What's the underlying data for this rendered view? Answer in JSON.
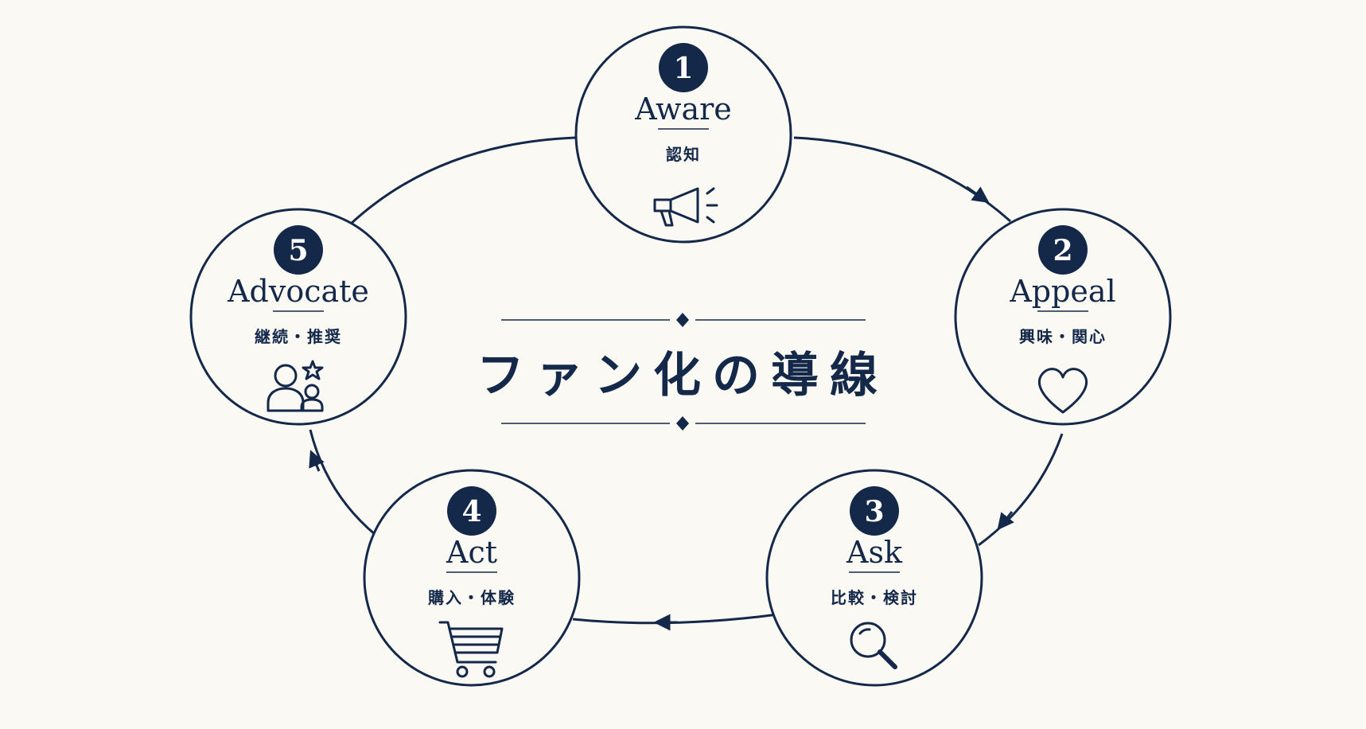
{
  "title": "ファン化の導線",
  "colors": {
    "primary": "#14284a",
    "background": "#fbf9f4"
  },
  "stages": [
    {
      "number": "1",
      "label": "Aware",
      "sublabel": "認知",
      "icon": "megaphone-icon"
    },
    {
      "number": "2",
      "label": "Appeal",
      "sublabel": "興味・関心",
      "icon": "heart-icon"
    },
    {
      "number": "3",
      "label": "Ask",
      "sublabel": "比較・検討",
      "icon": "magnifier-icon"
    },
    {
      "number": "4",
      "label": "Act",
      "sublabel": "購入・体験",
      "icon": "shopping-cart-icon"
    },
    {
      "number": "5",
      "label": "Advocate",
      "sublabel": "継続・推奨",
      "icon": "people-star-icon"
    }
  ]
}
